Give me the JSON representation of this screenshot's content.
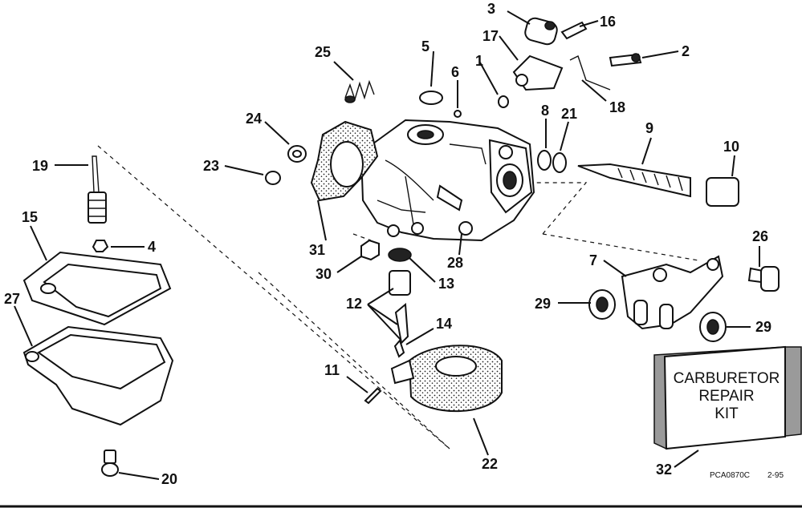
{
  "callouts": {
    "c1": "1",
    "c2": "2",
    "c3": "3",
    "c4": "4",
    "c5": "5",
    "c6": "6",
    "c7": "7",
    "c8": "8",
    "c9": "9",
    "c10": "10",
    "c11": "11",
    "c12": "12",
    "c13": "13",
    "c14": "14",
    "c15": "15",
    "c16": "16",
    "c17": "17",
    "c18": "18",
    "c19": "19",
    "c20": "20",
    "c21": "21",
    "c22": "22",
    "c23": "23",
    "c24": "24",
    "c25": "25",
    "c26": "26",
    "c27": "27",
    "c28": "28",
    "c29a": "29",
    "c29b": "29",
    "c30": "30",
    "c31": "31",
    "c32": "32"
  },
  "kit_box": {
    "line1": "CARBURETOR",
    "line2": "REPAIR",
    "line3": "KIT"
  },
  "footer": {
    "code": "PCA0870C",
    "date": "2-95"
  }
}
